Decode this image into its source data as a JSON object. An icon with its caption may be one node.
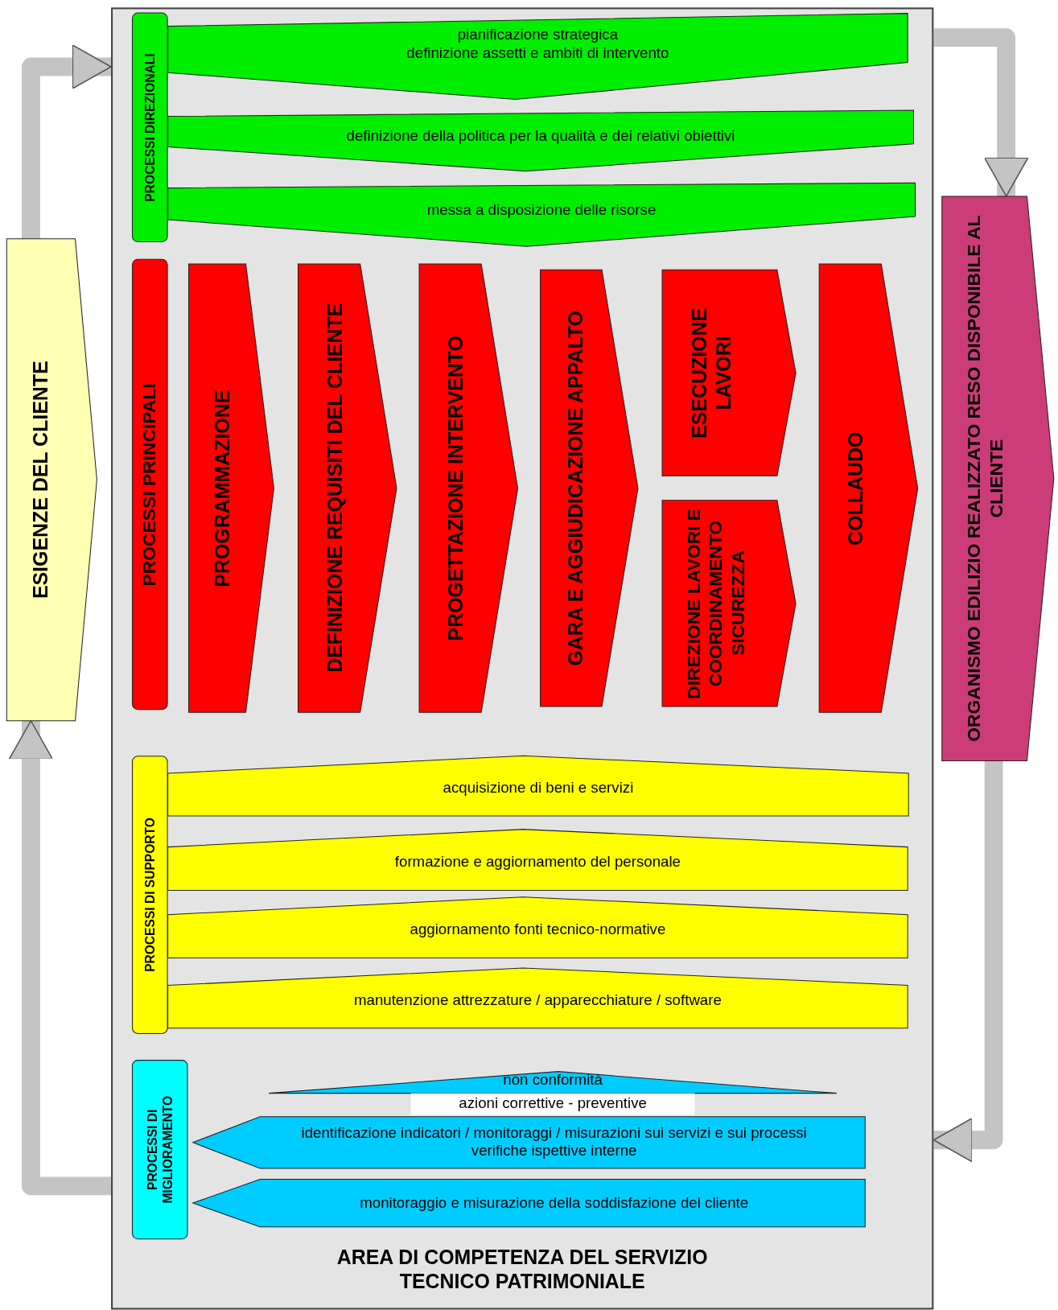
{
  "diagram": {
    "nodes": [
      {
        "text": [
          "ESIGENZE DEL CLIENTE"
        ]
      },
      {
        "text": [
          "AREA DI COMPETENZA DEL SERVIZIO TECNICO PATRIMONIALE"
        ]
      },
      {
        "text": [
          "PROCESSI DIREZIONALI"
        ],
        "in": 1
      },
      {
        "text": [
          "pianificazione strategica",
          "definizione assetti e ambiti di intervento"
        ],
        "in": 1
      },
      {
        "text": [
          "definizione della politica per la qualità e dei relativi obiettivi"
        ],
        "in": 1
      },
      {
        "text": [
          "messa a disposizione delle risorse"
        ],
        "in": 1
      },
      {
        "text": [
          "PROCESSI PRINCIPALI"
        ],
        "in": 1
      },
      {
        "text": [
          "PROGRAMMAZIONE"
        ],
        "in": 1
      },
      {
        "text": [
          "DEFINIZIONE REQUISITI DEL CLIENTE"
        ],
        "in": 1
      },
      {
        "text": [
          "PROGETTAZIONE INTERVENTO"
        ],
        "in": 1
      },
      {
        "text": [
          "GARA E AGGIUDICAZIONE APPALTO"
        ],
        "in": 1
      },
      {
        "text": [
          "ESECUZIONE LAVORI"
        ],
        "in": 1
      },
      {
        "text": [
          "DIREZIONE LAVORI E COORDINAMENTO SICUREZZA"
        ],
        "in": 1
      },
      {
        "text": [
          "COLLAUDO"
        ],
        "in": 1
      },
      {
        "text": [
          "PROCESSI DI SUPPORTO"
        ],
        "in": 1
      },
      {
        "text": [
          "acquisizione di beni e servizi"
        ],
        "in": 1
      },
      {
        "text": [
          "formazione e aggiornamento del personale"
        ],
        "in": 1
      },
      {
        "text": [
          "aggiornamento fonti tecnico-normative"
        ],
        "in": 1
      },
      {
        "text": [
          "manutenzione attrezzature / apparecchiature / software"
        ],
        "in": 1
      },
      {
        "text": [
          "PROCESSI DI MIGLIORAMENTO"
        ],
        "in": 1
      },
      {
        "text": [
          "non conformità",
          "azioni correttive - preventive"
        ],
        "in": 1
      },
      {
        "text": [
          "identificazione indicatori / monitoraggi / misurazioni sui servizi e sui processi",
          "verifiche ispettive interne"
        ],
        "in": 1
      },
      {
        "text": [
          "monitoraggio e misurazione della soddisfazione del cliente"
        ],
        "in": 1
      },
      {
        "text": [
          "ORGANISMO EDILIZIO REALIZZATO RESO DISPONIBILE AL CLIENTE"
        ]
      }
    ],
    "edges": [
      {
        "from": 0,
        "to": 1,
        "arrow": "to"
      },
      {
        "from": 1,
        "to": 23,
        "arrow": "to"
      },
      {
        "from": 23,
        "to": 1,
        "arrow": "to"
      },
      {
        "from": 1,
        "to": 0,
        "arrow": "to"
      }
    ]
  }
}
